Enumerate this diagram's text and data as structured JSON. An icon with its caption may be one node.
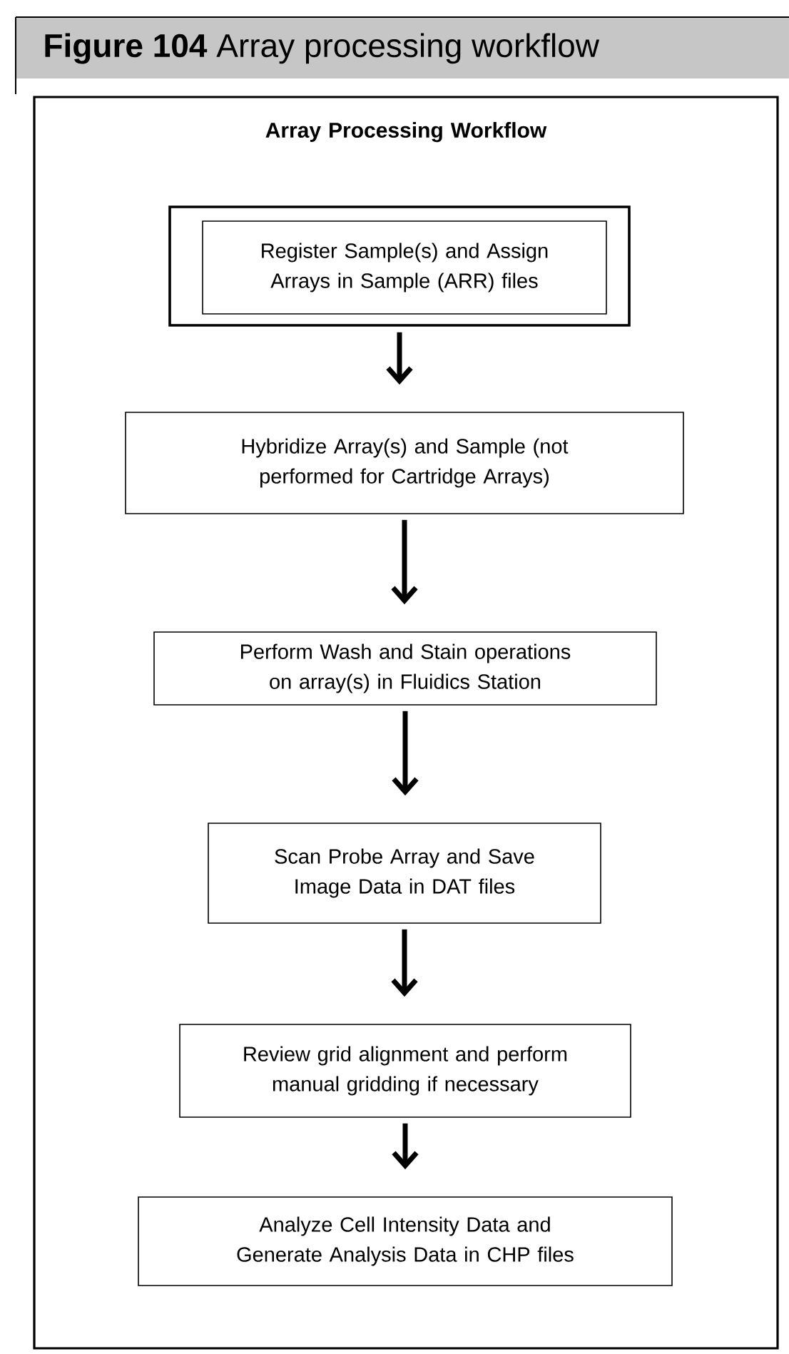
{
  "diagram": {
    "title": "**Figure 104** Array processing workflow",
    "nodes": [
      {
        "text": [
          "Array Processing Workflow"
        ]
      },
      {
        "text": [],
        "shape": "box",
        "in": 0
      },
      {
        "text": [
          "Register Sample(s) and Assign Arrays in Sample (ARR) files"
        ],
        "in": 1
      },
      {
        "text": [
          "Hybridize Array(s) and Sample (not performed for Cartridge Arrays)"
        ],
        "in": 0
      },
      {
        "text": [
          "Perform Wash and Stain operations on array(s) in Fluidics Station"
        ],
        "in": 0
      },
      {
        "text": [
          "Scan Probe Array and Save Image Data in DAT files"
        ],
        "in": 0
      },
      {
        "text": [
          "Review grid alignment and perform manual gridding if necessary"
        ],
        "in": 0
      },
      {
        "text": [
          "Analyze Cell Intensity Data and Generate Analysis Data in CHP files"
        ],
        "in": 0
      }
    ],
    "edges": [
      {
        "from": 1,
        "to": 3,
        "arrow": "to"
      },
      {
        "from": 3,
        "to": 4,
        "arrow": "to"
      },
      {
        "from": 4,
        "to": 5,
        "arrow": "to"
      },
      {
        "from": 5,
        "to": 6,
        "arrow": "to"
      },
      {
        "from": 6,
        "to": 7,
        "arrow": "to"
      }
    ]
  }
}
